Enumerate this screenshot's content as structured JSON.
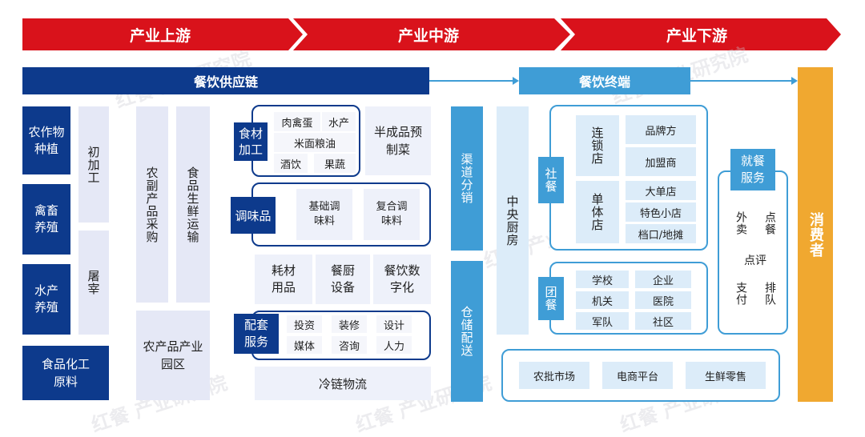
{
  "colors": {
    "stage_red": "#d9121b",
    "navy": "#0d3a8c",
    "blue": "#3f9dd6",
    "orange": "#f0a830",
    "lavender": "#e5e8f6"
  },
  "stages": [
    "产业上游",
    "产业中游",
    "产业下游"
  ],
  "supply_chain": {
    "title": "餐饮供应链"
  },
  "terminal": {
    "title": "餐饮终端"
  },
  "consumer": "消费者",
  "upstream": {
    "left_col": [
      "农作物种植",
      "禽畜养殖",
      "水产养殖",
      "食品化工原料"
    ],
    "process": [
      "初加工",
      "屠宰"
    ],
    "procure": [
      "农副产品采购",
      "食品生鲜运输"
    ],
    "park": "农产品产业园区"
  },
  "midstream": {
    "food_processing": {
      "label": "食材加工",
      "items": [
        "肉禽蛋",
        "水产",
        "米面粮油",
        "酒饮",
        "果蔬"
      ]
    },
    "semi_finished": "半成品预制菜",
    "seasoning": {
      "label": "调味品",
      "items": [
        "基础调味料",
        "复合调味料"
      ]
    },
    "equipment": [
      "耗材用品",
      "餐厨设备",
      "餐饮数字化"
    ],
    "support": {
      "label": "配套服务",
      "items": [
        "投资",
        "装修",
        "设计",
        "媒体",
        "咨询",
        "人力"
      ]
    },
    "cold_chain": "冷链物流"
  },
  "channel": {
    "distribution": "渠道分销",
    "warehouse": "仓储配送"
  },
  "downstream": {
    "central_kitchen": "中央厨房",
    "social_label": "社餐",
    "chain": {
      "label": "连锁店",
      "items": [
        "品牌方",
        "加盟商"
      ]
    },
    "single": {
      "label": "单体店",
      "items": [
        "大单店",
        "特色小店",
        "档口/地摊"
      ]
    },
    "group_label": "团餐",
    "group_items": [
      "学校",
      "企业",
      "机关",
      "医院",
      "军队",
      "社区"
    ],
    "dining": {
      "label": "就餐服务",
      "items": [
        "外卖",
        "点餐",
        "点评",
        "支付",
        "排队"
      ]
    },
    "retail": [
      "农批市场",
      "电商平台",
      "生鲜零售"
    ]
  }
}
